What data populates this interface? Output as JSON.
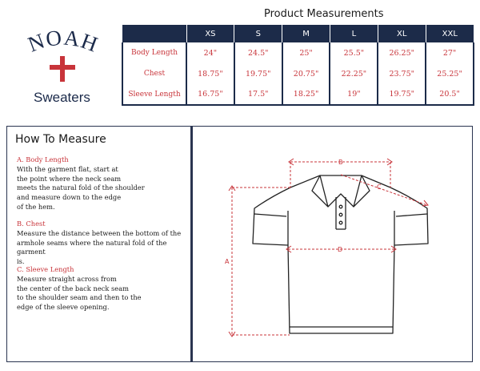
{
  "brand": {
    "name": "NOAH",
    "category": "Sweaters"
  },
  "table": {
    "title": "Product Measurements",
    "sizes": [
      "XS",
      "S",
      "M",
      "L",
      "XL",
      "XXL"
    ],
    "rows": [
      {
        "label": "Body Length",
        "values": [
          "24\"",
          "24.5\"",
          "25\"",
          "25.5\"",
          "26.25\"",
          "27\""
        ]
      },
      {
        "label": "Chest",
        "values": [
          "18.75\"",
          "19.75\"",
          "20.75\"",
          "22.25\"",
          "23.75\"",
          "25.25\""
        ]
      },
      {
        "label": "Sleeve Length",
        "values": [
          "16.75\"",
          "17.5\"",
          "18.25\"",
          "19\"",
          "19.75\"",
          "20.5\""
        ]
      }
    ]
  },
  "how_to": {
    "title": "How To Measure",
    "steps": [
      {
        "heading": "A.  Body Length",
        "lines": [
          "With the garment flat, start at",
          "the point where the neck seam",
          "meets the natural fold of the shoulder",
          "and measure down to the edge",
          "of the hem."
        ]
      },
      {
        "heading": "B.  Chest",
        "lines": [
          "Measure the distance between the bottom of the",
          "armhole seams where the natural fold of the garment",
          "is."
        ]
      },
      {
        "heading": "C.  Sleeve Length",
        "lines": [
          "Measure straight across from",
          "the center of the back neck seam",
          "to the shoulder seam and then to the",
          "edge of the sleeve opening."
        ]
      }
    ]
  },
  "diagram": {
    "labels": {
      "a": "A",
      "b": "B",
      "c": "C",
      "d": "D"
    }
  },
  "colors": {
    "navy": "#1c2b49",
    "accent_red": "#c8343a"
  }
}
